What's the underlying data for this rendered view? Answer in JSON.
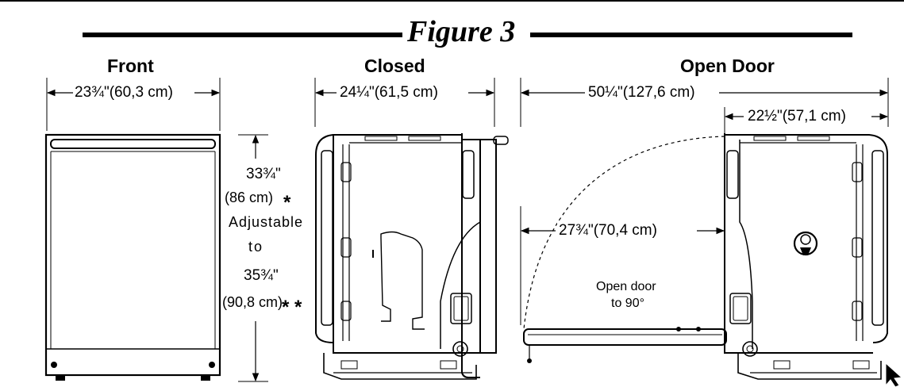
{
  "figure": {
    "title": "Figure 3"
  },
  "views": {
    "front": {
      "label": "Front",
      "width": "23¾\"(60,3 cm)"
    },
    "closed": {
      "label": "Closed",
      "width": "24¼\"(61,5 cm)"
    },
    "open": {
      "label": "Open Door",
      "overall_width": "50¼\"(127,6 cm)",
      "cabinet_depth": "22½\"(57,1 cm)",
      "door_depth": "27¾\"(70,4 cm)",
      "door_note": [
        "Open door",
        "to 90°"
      ]
    }
  },
  "height": {
    "min_value": "33¾\"",
    "min_metric": "(86 cm)",
    "min_mark": "*",
    "adjustable": "Adjustable",
    "to": "to",
    "max_value": "35¾\"",
    "max_metric": "(90,8 cm)",
    "max_mark": "* *"
  },
  "colors": {
    "line": "#000000",
    "background": "#ffffff"
  },
  "icons": [
    "cursor-arrow-icon"
  ]
}
